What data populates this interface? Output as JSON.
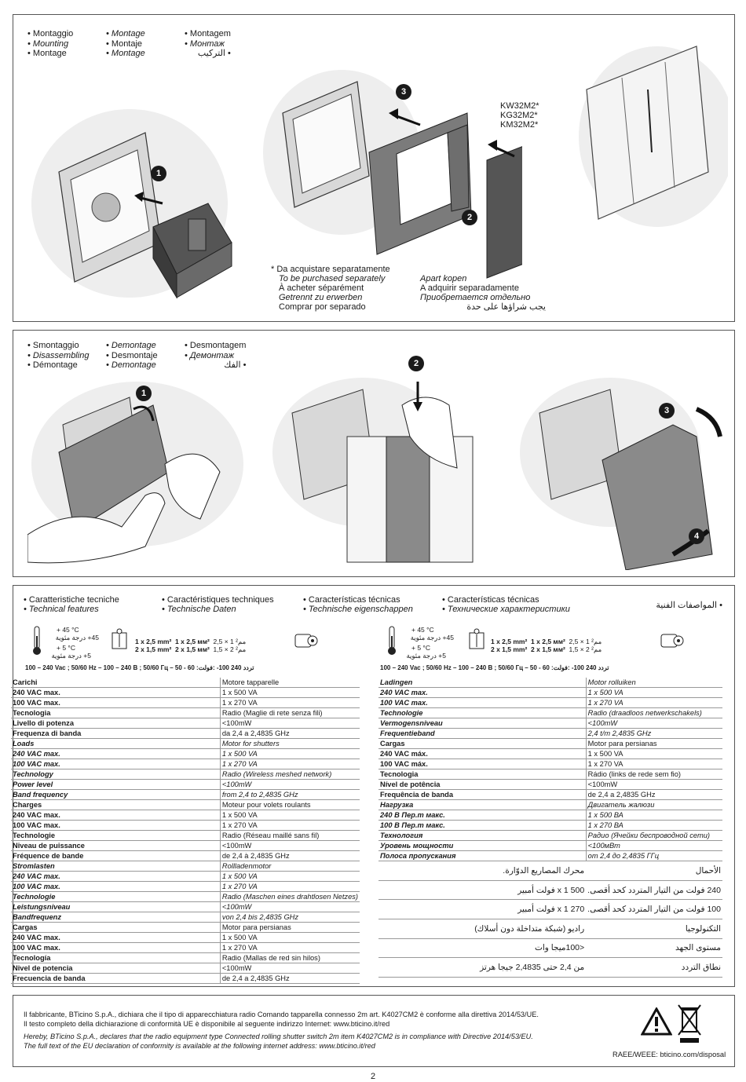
{
  "mounting": {
    "col1": [
      "• Montaggio",
      "• Mounting",
      "• Montage"
    ],
    "col2": [
      "• Montage",
      "• Montaje",
      "• Montage"
    ],
    "col3": [
      "• Montagem",
      "• Монтаж",
      "• التركيب"
    ],
    "steps": [
      "1",
      "2",
      "3"
    ],
    "codes": [
      "KW32M2*",
      "KG32M2*",
      "KM32M2*"
    ],
    "purchase_left": [
      "* Da acquistare separatamente",
      "To be purchased separately",
      "À acheter séparément",
      "Getrennt zu erwerben",
      "Comprar por separado"
    ],
    "purchase_right": [
      "Apart kopen",
      "A adquirir separadamente",
      "Приобретается отдельно",
      "يجب شراؤها على حدة"
    ]
  },
  "dismounting": {
    "col1": [
      "• Smontaggio",
      "• Disassembling",
      "• Démontage"
    ],
    "col2": [
      "• Demontage",
      "• Desmontaje",
      "• Demontage"
    ],
    "col3": [
      "• Desmontagem",
      "• Демонтаж",
      "• الفك"
    ],
    "steps": [
      "1",
      "2",
      "3",
      "4"
    ]
  },
  "specs": {
    "headers": [
      [
        "• Caratteristiche tecniche",
        "• Technical features"
      ],
      [
        "• Caractéristiques techniques",
        "• Technische Daten"
      ],
      [
        "• Características técnicas",
        "• Technische eigenschappen"
      ],
      [
        "• Características técnicas",
        "• Технические характеристики"
      ],
      [
        "• المواصفات الفنية"
      ]
    ],
    "temp_max": "+ 45 °C",
    "temp_max_ar": "45+ درجة مئوية",
    "temp_min": "+ 5 °C",
    "temp_min_ar": "5+ درجة مئوية",
    "wire1": "1 x 2,5 mm²",
    "wire2": "2 x 1,5 mm²",
    "wire1b": "1 x 2,5 мм²",
    "wire2b": "2 x 1,5 мм²",
    "wire1c": "2,5 × 1 مم²",
    "wire2c": "1,5 × 2 مم²",
    "power_row": "100 – 240 Vac ; 50/60 Hz – 100 – 240 В ; 50/60 Гц – 50 - 60 :تردد 240 100- :فولت",
    "left_rows": [
      [
        "Carichi",
        "Motore tapparelle",
        "n"
      ],
      [
        "240 VAC max.",
        "1 x 500 VA",
        "n"
      ],
      [
        "100 VAC max.",
        "1 x 270 VA",
        "n"
      ],
      [
        "Tecnologia",
        "Radio (Maglie di rete senza fili)",
        "n"
      ],
      [
        "Livello di potenza",
        "<100mW",
        "n"
      ],
      [
        "Frequenza di banda",
        "da 2,4 a 2,4835 GHz",
        "n"
      ],
      [
        "Loads",
        "Motor for shutters",
        "i"
      ],
      [
        "240 VAC max.",
        "1 x 500 VA",
        "i"
      ],
      [
        "100 VAC max.",
        "1 x 270 VA",
        "i"
      ],
      [
        "Technology",
        "Radio (Wireless meshed network)",
        "i"
      ],
      [
        "Power level",
        "<100mW",
        "i"
      ],
      [
        "Band frequency",
        "from 2,4 to 2,4835 GHz",
        "i"
      ],
      [
        "Charges",
        "Moteur pour volets roulants",
        "n"
      ],
      [
        "240 VAC max.",
        "1 x 500 VA",
        "n"
      ],
      [
        "100 VAC max.",
        "1 x 270 VA",
        "n"
      ],
      [
        "Technologie",
        "Radio (Réseau maillé sans fil)",
        "n"
      ],
      [
        "Niveau de puissance",
        "<100mW",
        "n"
      ],
      [
        "Fréquence de bande",
        "de 2,4 à 2,4835 GHz",
        "n"
      ],
      [
        "Stromlasten",
        "Rollladenmotor",
        "i"
      ],
      [
        "240 VAC max.",
        "1 x 500 VA",
        "i"
      ],
      [
        "100 VAC max.",
        "1 x 270 VA",
        "i"
      ],
      [
        "Technologie",
        "Radio (Maschen eines drahtlosen Netzes)",
        "i"
      ],
      [
        "Leistungsniveau",
        "<100mW",
        "i"
      ],
      [
        "Bandfrequenz",
        "von 2,4 bis 2,4835 GHz",
        "i"
      ],
      [
        "Cargas",
        "Motor para persianas",
        "n"
      ],
      [
        "240 VAC max.",
        "1 x 500 VA",
        "n"
      ],
      [
        "100 VAC max.",
        "1 x 270 VA",
        "n"
      ],
      [
        "Tecnología",
        "Radio (Mallas de red sin hilos)",
        "n"
      ],
      [
        "Nivel de potencia",
        "<100mW",
        "n"
      ],
      [
        "Frecuencia de banda",
        "de 2,4 a 2,4835 GHz",
        "n"
      ]
    ],
    "right_rows": [
      [
        "Ladingen",
        "Motor rolluiken",
        "i"
      ],
      [
        "240 VAC max.",
        "1 x 500 VA",
        "i"
      ],
      [
        "100 VAC max.",
        "1 x 270 VA",
        "i"
      ],
      [
        "Technologie",
        "Radio (draadloos netwerkschakels)",
        "i"
      ],
      [
        "Vermogensniveau",
        "<100mW",
        "i"
      ],
      [
        "Frequentieband",
        "2,4 t/m 2,4835 GHz",
        "i"
      ],
      [
        "Cargas",
        "Motor para persianas",
        "n"
      ],
      [
        "240 VAC máx.",
        "1 x 500 VA",
        "n"
      ],
      [
        "100 VAC máx.",
        "1 x 270 VA",
        "n"
      ],
      [
        "Tecnologia",
        "Rádio (links de rede sem fio)",
        "n"
      ],
      [
        "Nível de potência",
        "<100mW",
        "n"
      ],
      [
        "Frequência de banda",
        "de 2,4 a 2,4835 GHz",
        "n"
      ],
      [
        "Нагрузка",
        "Двигатель жалюзи",
        "i"
      ],
      [
        "240 В Пер.т макс.",
        "1 x 500 ВА",
        "i"
      ],
      [
        "100 В Пер.т макс.",
        "1 x 270 ВА",
        "i"
      ],
      [
        "Технология",
        "Радио (Ячейки беспроводной сети)",
        "i"
      ],
      [
        "Уровень мощности",
        "<100мВт",
        "i"
      ],
      [
        "Полоса пропускания",
        "от 2,4 до 2,4835 ГГц",
        "i"
      ]
    ],
    "arabic_rows": [
      [
        "الأحمال",
        "محرك المصاريع الدوّارة."
      ],
      [
        "240 فولت من التيار المتردد كحد أقصى.",
        "500 x 1 فولت أمبير"
      ],
      [
        "100 فولت من التيار المتردد كحد أقصى.",
        "270 x 1 فولت أمبير"
      ],
      [
        "التكنولوجيا",
        "راديو (شبكة متداخلة دون أسلاك)"
      ],
      [
        "مستوى الجهد",
        "<100ميجا وات"
      ],
      [
        "نطاق التردد",
        "من 2,4 حتى 2,4835 جيجا هرتز"
      ]
    ]
  },
  "declaration": {
    "l1": "Il fabbricante, BTicino S.p.A., dichiara che il tipo di apparecchiatura radio Comando tapparella connesso 2m art. K4027CM2 è conforme alla direttiva 2014/53/UE.",
    "l2": "Il testo completo della dichiarazione di conformità UE è disponibile al seguente indirizzo Internet: www.bticino.it/red",
    "l3": "Hereby, BTicino S.p.A., declares that the radio equipment type Connected rolling shutter switch 2m item K4027CM2 is in compliance with Directive 2014/53/EU.",
    "l4": "The full text of the EU declaration of conformity is available at the following internet address: www.bticino.it/red",
    "disposal": "RAEE/WEEE: bticino.com/disposal"
  },
  "page_number": "2"
}
